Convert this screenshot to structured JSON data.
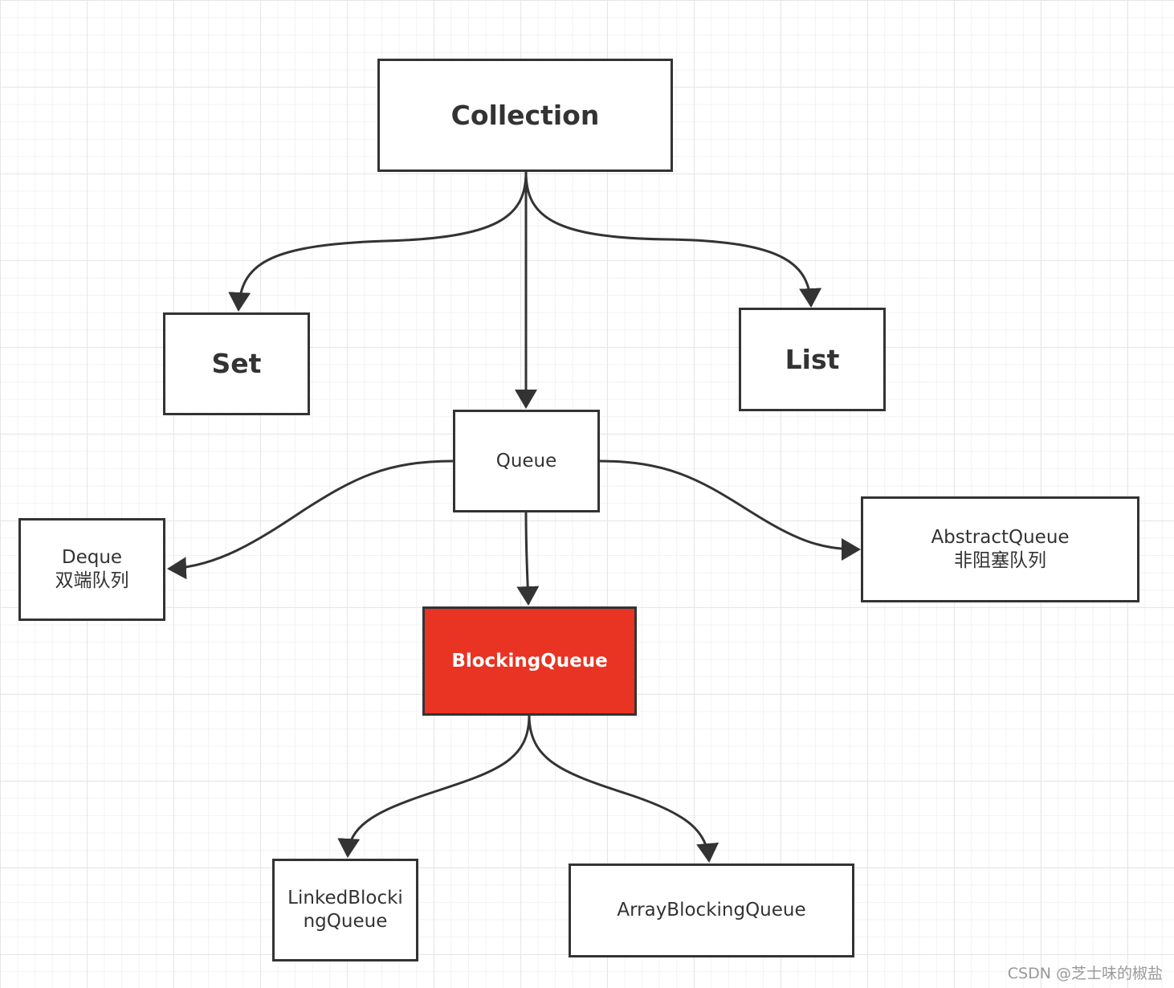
{
  "nodes": {
    "collection": {
      "label": "Collection"
    },
    "set": {
      "label": "Set"
    },
    "list": {
      "label": "List"
    },
    "queue": {
      "label": "Queue"
    },
    "deque": {
      "label": "Deque\n双端队列"
    },
    "abstract_queue": {
      "label": "AbstractQueue\n非阻塞队列"
    },
    "blocking_queue": {
      "label": "BlockingQueue"
    },
    "linked_blocking_queue": {
      "label": "LinkedBlocki\nngQueue"
    },
    "array_blocking_queue": {
      "label": "ArrayBlockingQueue"
    }
  },
  "edges": [
    {
      "from": "collection",
      "to": "set"
    },
    {
      "from": "collection",
      "to": "queue"
    },
    {
      "from": "collection",
      "to": "list"
    },
    {
      "from": "queue",
      "to": "deque"
    },
    {
      "from": "queue",
      "to": "abstract_queue"
    },
    {
      "from": "queue",
      "to": "blocking_queue"
    },
    {
      "from": "blocking_queue",
      "to": "linked_blocking_queue"
    },
    {
      "from": "blocking_queue",
      "to": "array_blocking_queue"
    }
  ],
  "colors": {
    "highlight_fill": "#e93323",
    "stroke": "#333333"
  },
  "watermark": "CSDN @芝士味的椒盐"
}
